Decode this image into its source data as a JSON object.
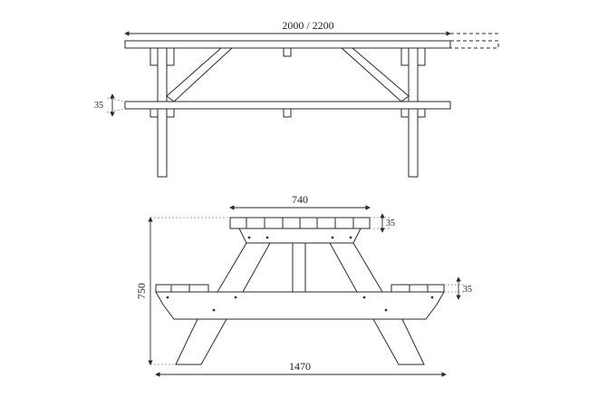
{
  "drawing": {
    "side_view": {
      "length_label": "2000 / 2200",
      "seat_height_label": "35"
    },
    "end_view": {
      "top_width_label": "740",
      "top_thickness_label": "35",
      "height_label": "750",
      "seat_thickness_label": "35",
      "overall_width_label": "1470"
    }
  }
}
